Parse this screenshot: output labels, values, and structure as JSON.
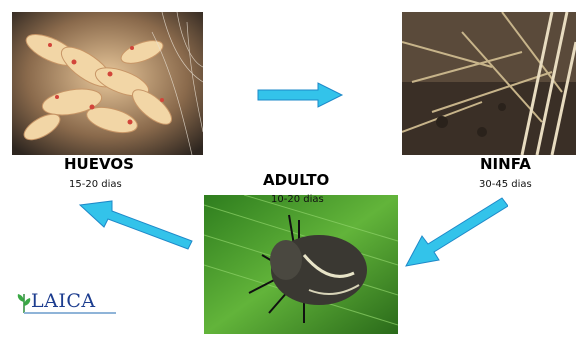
{
  "stages": {
    "eggs": {
      "title": "HUEVOS",
      "days": "15-20 dias"
    },
    "nymph": {
      "title": "NINFA",
      "days": "30-45 dias"
    },
    "adult": {
      "title": "ADULTO",
      "days": "10-20 dias"
    }
  },
  "logo": {
    "text": "LAICA"
  },
  "colors": {
    "arrow": "#33c3ea",
    "arrow_edge": "#1e88c8",
    "logo": "#1d3d8f"
  }
}
